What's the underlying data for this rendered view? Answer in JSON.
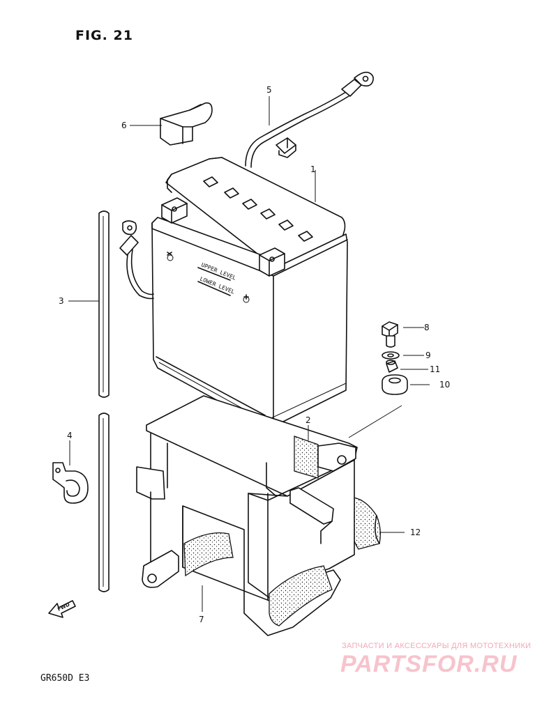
{
  "figure": {
    "title": "FIG. 21",
    "model": "GR650D  E3"
  },
  "battery_labels": {
    "upper": "UPPER LEVEL",
    "lower": "LOWER LEVEL"
  },
  "direction_label": "FWD",
  "callouts": [
    "1",
    "2",
    "3",
    "4",
    "5",
    "6",
    "7",
    "8",
    "9",
    "10",
    "11",
    "12"
  ],
  "watermark": {
    "subtitle": "ЗАПЧАСТИ И АКСЕССУАРЫ ДЛЯ МОТОТЕХНИКИ",
    "logo": "PARTSFOR.RU"
  }
}
